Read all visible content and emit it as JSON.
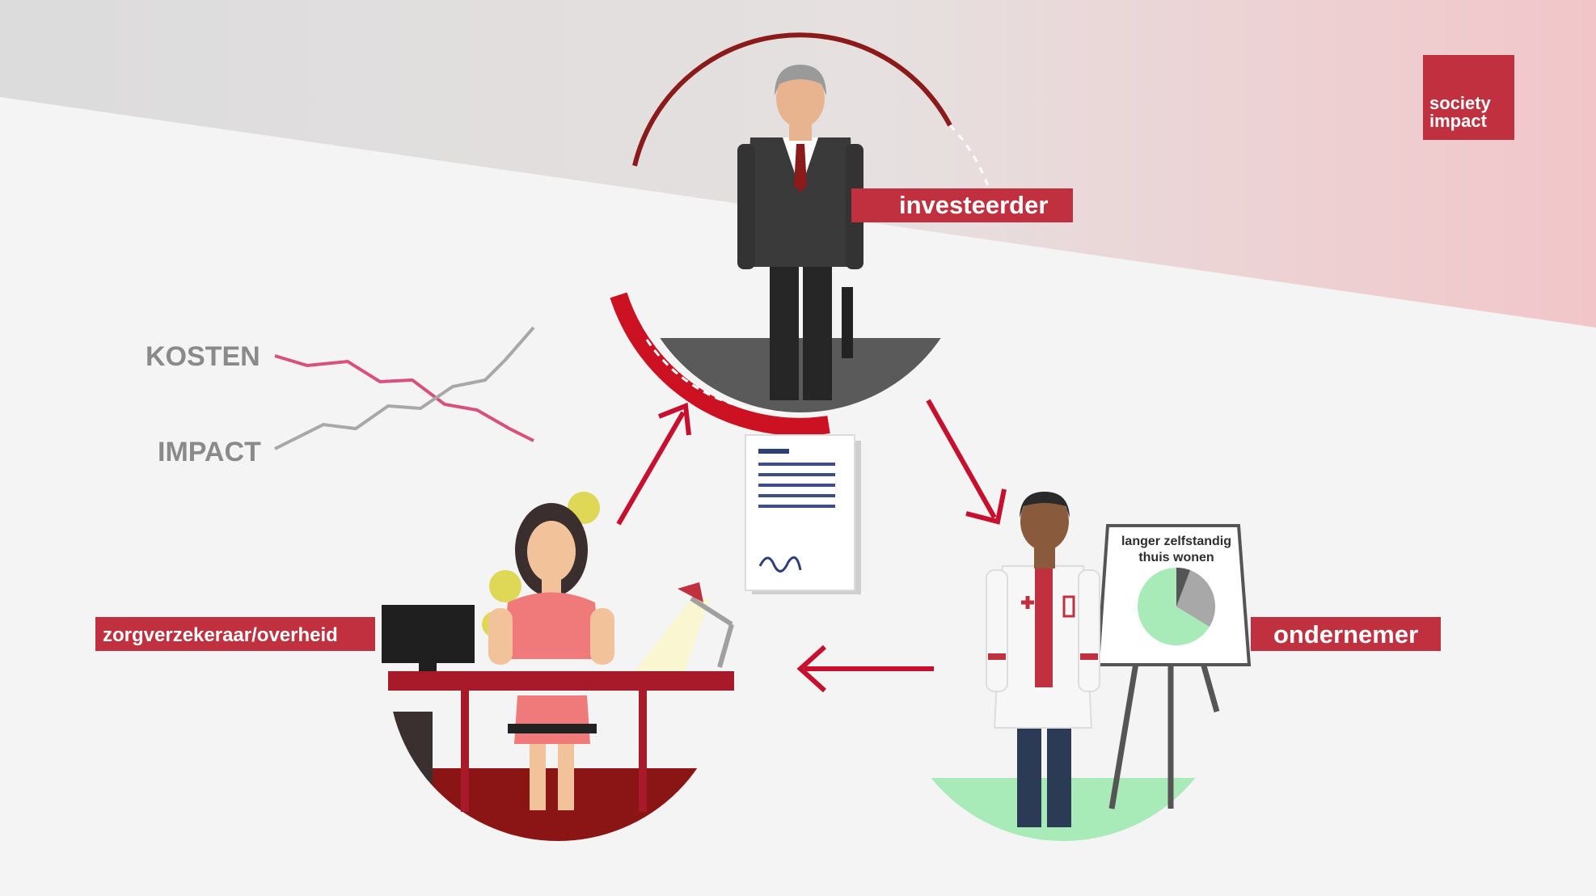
{
  "logo": {
    "line1": "society",
    "line2": "impact"
  },
  "roles": {
    "investor": "investeerder",
    "insurer": "zorgverzekeraar/overheid",
    "entrepreneur": "ondernemer"
  },
  "trend": {
    "costs_label": "KOSTEN",
    "impact_label": "IMPACT"
  },
  "flipchart": {
    "line1": "langer zelfstandig",
    "line2": "thuis wonen"
  },
  "colors": {
    "brand_red": "#c0303f",
    "arrow_red": "#c8102e",
    "cost_pink": "#d9507a",
    "impact_grey": "#a8a8a8",
    "mint": "#a8eab8"
  }
}
